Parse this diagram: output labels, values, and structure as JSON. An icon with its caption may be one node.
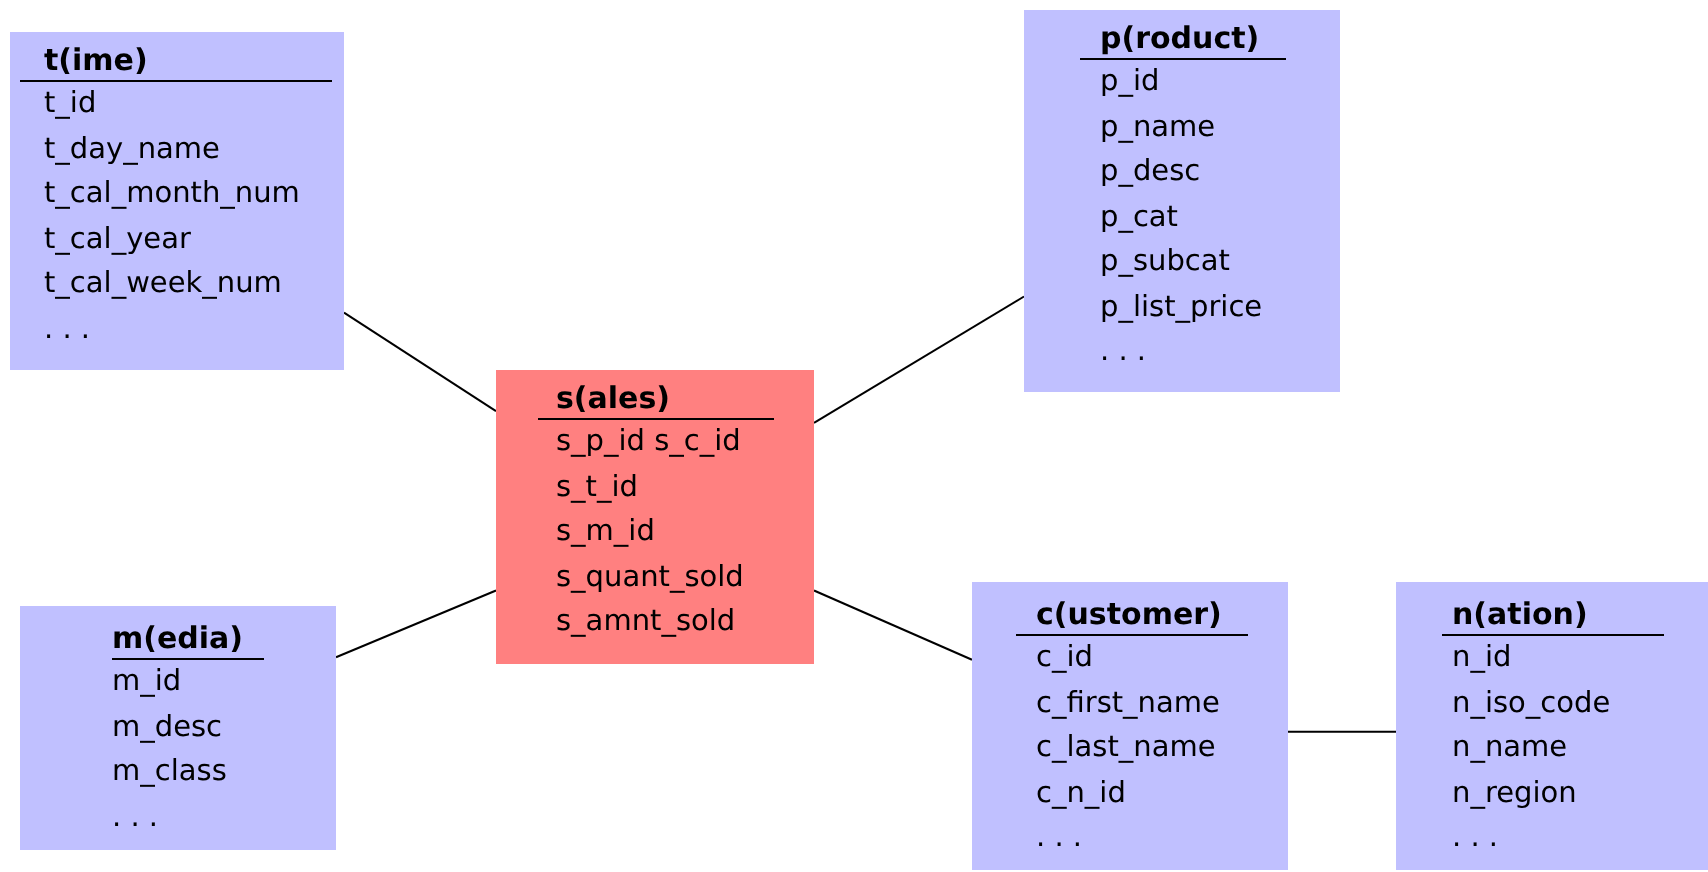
{
  "diagram": {
    "nodes": [
      {
        "text": [
          "t(ime)",
          "t_id",
          "t_day_name",
          "t_cal_month_num",
          "t_cal_year",
          "t_cal_week_num",
          ". . ."
        ]
      },
      {
        "text": [
          "p(roduct)",
          "p_id",
          "p_name",
          "p_desc",
          "p_cat",
          "p_subcat",
          "p_list_price",
          ". . ."
        ]
      },
      {
        "text": [
          "s(ales)",
          "s_p_id s_c_id",
          "s_t_id",
          "s_m_id",
          "s_quant_sold",
          "s_amnt_sold"
        ]
      },
      {
        "text": [
          "m(edia)",
          "m_id",
          "m_desc",
          "m_class",
          ". . ."
        ]
      },
      {
        "text": [
          "c(ustomer)",
          "c_id",
          "c_first_name",
          "c_last_name",
          "c_n_id",
          ". . ."
        ]
      },
      {
        "text": [
          "n(ation)",
          "n_id",
          "n_iso_code",
          "n_name",
          "n_region",
          ". . ."
        ]
      }
    ],
    "edges": [
      {
        "from": 0,
        "to": 2,
        "arrow": "none"
      },
      {
        "from": 1,
        "to": 2,
        "arrow": "none"
      },
      {
        "from": 3,
        "to": 2,
        "arrow": "none"
      },
      {
        "from": 4,
        "to": 2,
        "arrow": "none"
      },
      {
        "from": 4,
        "to": 5,
        "arrow": "none"
      }
    ]
  }
}
